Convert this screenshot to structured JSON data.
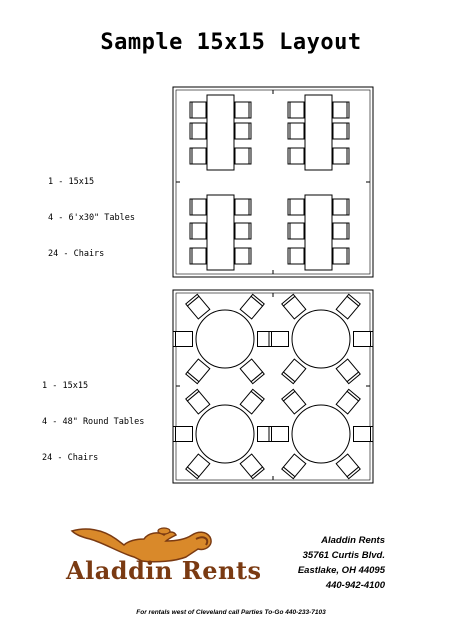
{
  "title": "Sample 15x15 Layout",
  "layouts": [
    {
      "lines": [
        "1 - 15x15",
        "4 - 6'x30\" Tables",
        "24 - Chairs"
      ],
      "table_count": 4,
      "chairs_per_table": 6,
      "table_shape": "rectangular"
    },
    {
      "lines": [
        "1 - 15x15",
        "4 - 48\" Round Tables",
        "24 - Chairs"
      ],
      "table_count": 4,
      "chairs_per_table": 6,
      "table_shape": "round"
    }
  ],
  "logo": {
    "name": "Aladdin Rents",
    "icon": "genie-lamp-icon",
    "color": "#7a3a12",
    "lamp_color": "#d9892a"
  },
  "contact": {
    "company": "Aladdin Rents",
    "address": "35761 Curtis Blvd.",
    "city": "Eastlake, OH  44095",
    "phone": "440-942-4100"
  },
  "footer": "For rentals west of Cleveland call Parties To-Go 440-233-7103"
}
